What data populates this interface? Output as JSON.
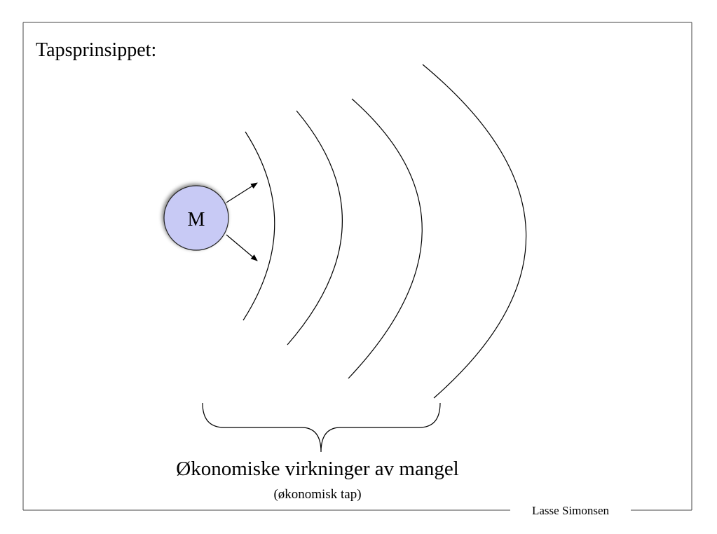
{
  "slide": {
    "title": "Tapsprinsippet:",
    "footer_author": "Lasse Simonsen"
  },
  "diagram": {
    "source_label": "M",
    "source_fill": "#c8caf5",
    "caption_main": "Økonomiske virkninger av mangel",
    "caption_sub": "(økonomisk tap)",
    "wave_count": 4
  }
}
